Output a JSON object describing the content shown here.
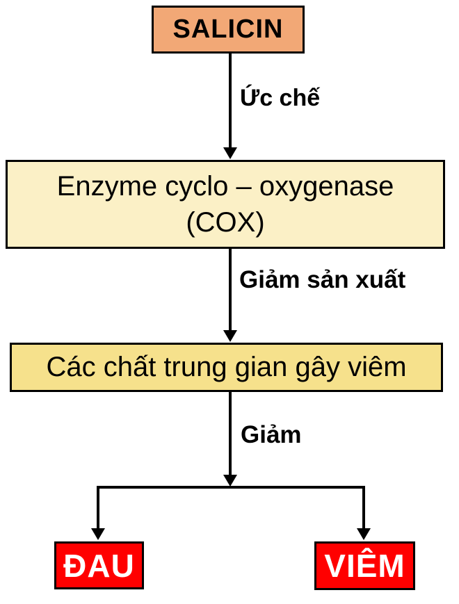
{
  "diagram": {
    "type": "flowchart",
    "nodes": {
      "salicin": {
        "label": "SALICIN",
        "fill": "#F2A876"
      },
      "cox": {
        "line1": "Enzyme cyclo – oxygenase",
        "line2": "(COX)",
        "fill": "#FBF0C6"
      },
      "mediators": {
        "label": "Các chất trung gian gây viêm",
        "fill": "#F6E18C"
      },
      "pain": {
        "label": "ĐAU",
        "fill": "#FF0000",
        "text_color": "#FFFFFF"
      },
      "inflammation": {
        "label": "VIÊM",
        "fill": "#FF0000",
        "text_color": "#FFFFFF"
      }
    },
    "edge_labels": {
      "inhibit": "Ức chế",
      "reduce_production": "Giảm sản xuất",
      "reduce": "Giảm"
    },
    "edges": [
      {
        "from": "salicin",
        "to": "cox",
        "label": "Ức chế"
      },
      {
        "from": "cox",
        "to": "mediators",
        "label": "Giảm sản xuất"
      },
      {
        "from": "mediators",
        "to": "pain",
        "label": "Giảm"
      },
      {
        "from": "mediators",
        "to": "inflammation",
        "label": "Giảm"
      }
    ],
    "colors": {
      "border": "#000000",
      "arrow": "#000000",
      "background": "#FFFFFF"
    }
  }
}
